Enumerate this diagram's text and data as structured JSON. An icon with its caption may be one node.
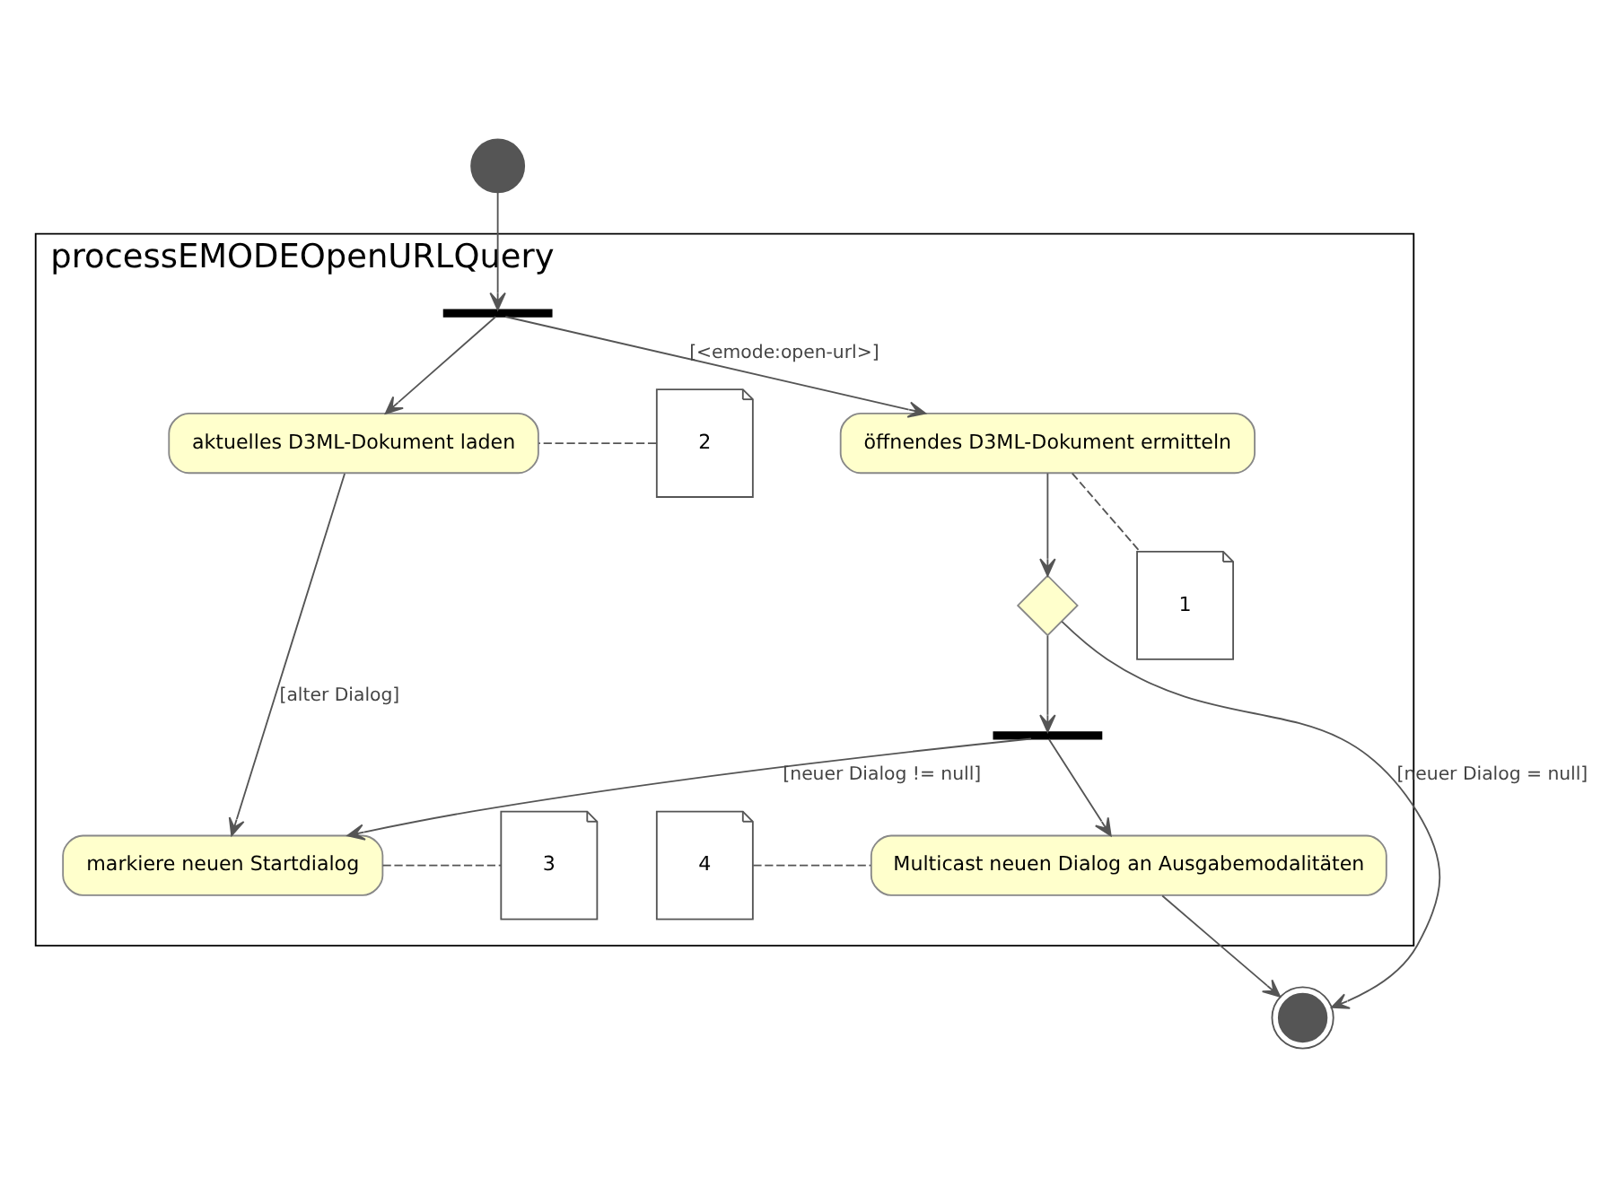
{
  "diagram": {
    "nodes": [
      {
        "text": [],
        "shape": "circle"
      },
      {
        "text": [
          "processEMODEOpenURLQuery"
        ]
      },
      {
        "text": [],
        "shape": "bar",
        "in": 1
      },
      {
        "text": [
          "öffnendes D3ML-Dokument ermitteln"
        ],
        "in": 1
      },
      {
        "text": [
          "aktuelles D3ML-Dokument laden"
        ],
        "in": 1
      },
      {
        "text": [
          "2"
        ],
        "in": 1
      },
      {
        "text": [
          "1"
        ],
        "in": 1
      },
      {
        "text": [],
        "shape": "diamond",
        "in": 1
      },
      {
        "text": [],
        "shape": "bar",
        "in": 1
      },
      {
        "text": [
          "markiere neuen Startdialog"
        ],
        "in": 1
      },
      {
        "text": [
          "3"
        ],
        "in": 1
      },
      {
        "text": [
          "Multicast neuen Dialog an Ausgabemodalitäten"
        ],
        "in": 1
      },
      {
        "text": [
          "4"
        ],
        "in": 1
      },
      {
        "text": [],
        "shape": "circle"
      }
    ],
    "edges": [
      {
        "from": 0,
        "to": 2,
        "arrow": "to"
      },
      {
        "from": 2,
        "to": 3,
        "arrow": "to",
        "label": "[<emode:open-url>]"
      },
      {
        "from": 2,
        "to": 4,
        "arrow": "to"
      },
      {
        "from": 5,
        "to": 4,
        "arrow": "none",
        "style": "dashed"
      },
      {
        "from": 3,
        "to": 6,
        "arrow": "none",
        "style": "dashed"
      },
      {
        "from": 3,
        "to": 7,
        "arrow": "to"
      },
      {
        "from": 4,
        "to": 9,
        "arrow": "to",
        "label": "[alter Dialog]"
      },
      {
        "from": 7,
        "to": 8,
        "arrow": "to"
      },
      {
        "from": 8,
        "to": 9,
        "arrow": "to",
        "label": "[neuer Dialog != null]"
      },
      {
        "from": 8,
        "to": 11,
        "arrow": "to"
      },
      {
        "from": 9,
        "to": 10,
        "arrow": "none",
        "style": "dashed"
      },
      {
        "from": 12,
        "to": 11,
        "arrow": "none",
        "style": "dashed"
      },
      {
        "from": 11,
        "to": 13,
        "arrow": "to"
      },
      {
        "from": 7,
        "to": 13,
        "arrow": "to",
        "label": "[neuer Dialog = null]"
      }
    ]
  }
}
